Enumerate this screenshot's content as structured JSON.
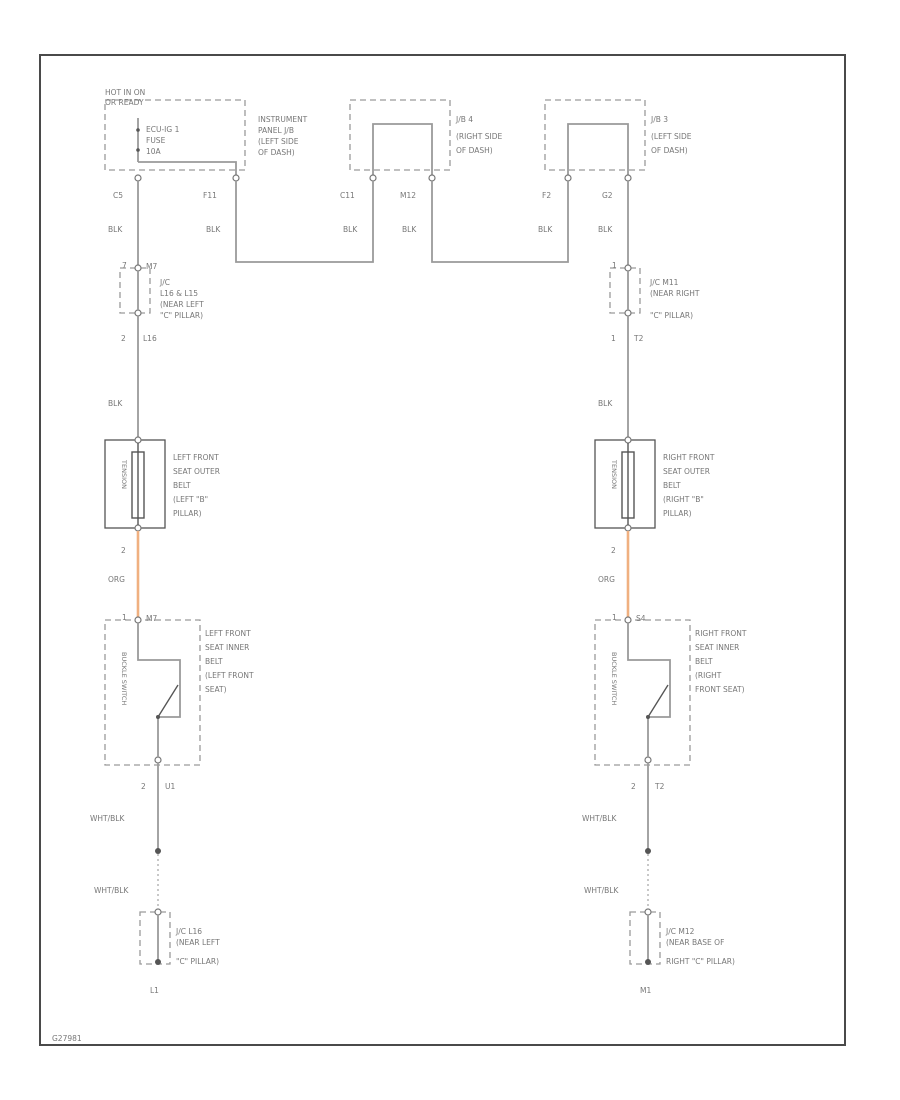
{
  "power": {
    "hot": "HOT IN ON",
    "accessory": "OR READY",
    "fuse_name": "ECU-IG 1",
    "fuse_word": "FUSE",
    "fuse_amp": "10A"
  },
  "ip_jb": {
    "l1": "INSTRUMENT",
    "l2": "PANEL J/B",
    "l3": "(LEFT SIDE",
    "l4": "OF DASH)"
  },
  "jb4": {
    "l1": "J/B 4",
    "l2": "(RIGHT SIDE",
    "l3": "OF DASH)"
  },
  "jb3": {
    "l1": "J/B 3",
    "l2": "(LEFT SIDE",
    "l3": "OF DASH)"
  },
  "connectors": {
    "c5": "C5",
    "f11": "F11",
    "c11": "C11",
    "m12": "M12",
    "f2": "F2",
    "g2": "G2",
    "left_top_pin": "7",
    "left_jc_conn": "M7",
    "left_bot_pin": "2",
    "left_bot_conn": "L16",
    "right_top_pin": "1",
    "right_bot_pin": "1",
    "right_bot_conn": "T2",
    "lo_pin": "2",
    "ro_pin": "2",
    "li_top_pin": "1",
    "li_conn": "M7",
    "ri_top_pin": "1",
    "ri_conn": "S4",
    "li_bot_pin": "2",
    "li_bot_conn": "U1",
    "ri_bot_pin": "2",
    "ri_bot_conn": "T2"
  },
  "wires": {
    "c5": "BLK",
    "f11": "BLK",
    "c11": "BLK",
    "m12": "BLK",
    "f2": "BLK",
    "g2": "BLK",
    "left_mid": "BLK",
    "right_mid": "BLK",
    "left_org": "ORG",
    "right_org": "ORG",
    "left_bot1": "WHT/BLK",
    "left_bot2": "WHT/BLK",
    "right_bot1": "WHT/BLK",
    "right_bot2": "WHT/BLK"
  },
  "left_jc": {
    "l1": "J/C",
    "l2": "L16 & L15",
    "l3": "(NEAR LEFT",
    "l4": "\"C\" PILLAR)"
  },
  "right_jc": {
    "l1": "J/C M11",
    "l2": "(NEAR RIGHT",
    "l3": "\"C\" PILLAR)"
  },
  "left_outer": {
    "l1": "LEFT FRONT",
    "l2": "SEAT OUTER",
    "l3": "BELT",
    "l4": "(LEFT \"B\"",
    "l5": "PILLAR)",
    "tag": "TENSION"
  },
  "right_outer": {
    "l1": "RIGHT FRONT",
    "l2": "SEAT OUTER",
    "l3": "BELT",
    "l4": "(RIGHT \"B\"",
    "l5": "PILLAR)",
    "tag": "TENSION"
  },
  "left_inner": {
    "l1": "LEFT FRONT",
    "l2": "SEAT INNER",
    "l3": "BELT",
    "l4": "(LEFT FRONT",
    "l5": "SEAT)",
    "tag": "BUCKLE SWITCH"
  },
  "right_inner": {
    "l1": "RIGHT FRONT",
    "l2": "SEAT INNER",
    "l3": "BELT",
    "l4": "(RIGHT",
    "l5": "FRONT SEAT)",
    "tag": "BUCKLE SWITCH"
  },
  "left_gnd_jc": {
    "l1": "J/C L16",
    "l2": "(NEAR LEFT",
    "l3": "\"C\" PILLAR)",
    "ground": "L1"
  },
  "right_gnd_jc": {
    "l1": "J/C M12",
    "l2": "(NEAR BASE OF",
    "l3": "RIGHT \"C\" PILLAR)",
    "ground": "M1"
  },
  "figure_id": "G27981"
}
